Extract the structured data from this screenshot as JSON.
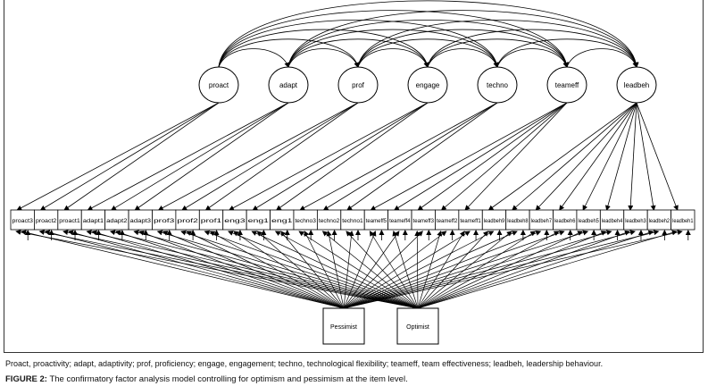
{
  "factors": [
    "proact",
    "adapt",
    "prof",
    "engage",
    "techno",
    "teameff",
    "leadbeh"
  ],
  "items": [
    {
      "label": "proact3",
      "factor": 0
    },
    {
      "label": "proact2",
      "factor": 0
    },
    {
      "label": "proact1",
      "factor": 0
    },
    {
      "label": "adapt1",
      "factor": 1
    },
    {
      "label": "adapt2",
      "factor": 1
    },
    {
      "label": "adapt3",
      "factor": 1
    },
    {
      "label": "prof3",
      "factor": 2
    },
    {
      "label": "prof2",
      "factor": 2
    },
    {
      "label": "prof1",
      "factor": 2
    },
    {
      "label": "eng3",
      "factor": 3
    },
    {
      "label": "eng1",
      "factor": 3
    },
    {
      "label": "eng1",
      "factor": 3
    },
    {
      "label": "techno3",
      "factor": 4
    },
    {
      "label": "techno2",
      "factor": 4
    },
    {
      "label": "techno1",
      "factor": 4
    },
    {
      "label": "teameff5",
      "factor": 5
    },
    {
      "label": "teameff4",
      "factor": 5
    },
    {
      "label": "teameff3",
      "factor": 5
    },
    {
      "label": "teameff2",
      "factor": 5
    },
    {
      "label": "teameff1",
      "factor": 5
    },
    {
      "label": "leadbeh9",
      "factor": 6
    },
    {
      "label": "leadbeh8",
      "factor": 6
    },
    {
      "label": "leadbeh7",
      "factor": 6
    },
    {
      "label": "leadbeh6",
      "factor": 6
    },
    {
      "label": "leadbeh5",
      "factor": 6
    },
    {
      "label": "leadbeh4",
      "factor": 6
    },
    {
      "label": "leadbeh3",
      "factor": 6
    },
    {
      "label": "leadbeh2",
      "factor": 6
    },
    {
      "label": "leadbeh1",
      "factor": 6
    }
  ],
  "method_factors": [
    "Pessimist",
    "Optimist"
  ],
  "legend": "Proact, proactivity; adapt, adaptivity; prof, proficiency; engage, engagement; techno, technological flexibility; teameff, team effectiveness; leadbeh, leadership behaviour.",
  "caption": {
    "label": "FIGURE 2:",
    "text": " The confirmatory factor analysis model controlling for optimism and pessimism at the item level."
  }
}
